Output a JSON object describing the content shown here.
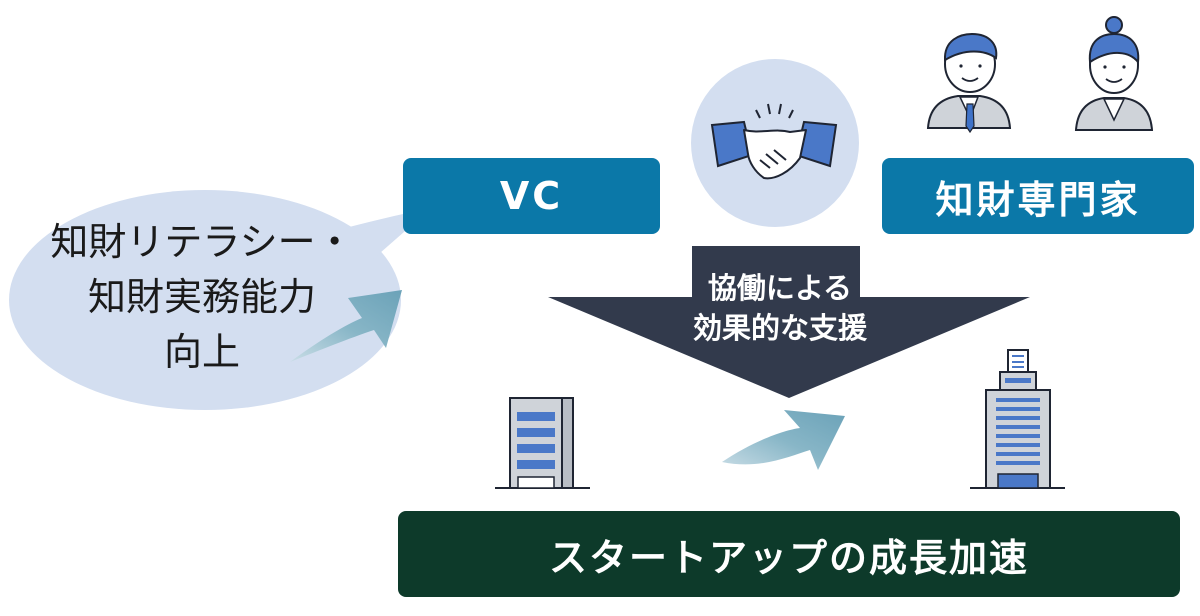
{
  "bubble": {
    "line1": "知財リテラシー・",
    "line2": "知財実務能力",
    "line3": "向上"
  },
  "vc": {
    "label": "VC"
  },
  "expert": {
    "label": "知財専門家"
  },
  "collaboration": {
    "line1": "協働による",
    "line2": "効果的な支援"
  },
  "result": {
    "label": "スタートアップの成長加速"
  },
  "colors": {
    "box_blue": "#0b78a8",
    "result_green": "#0d3a2a",
    "funnel": "#323a4c",
    "bubble": "#d3def0",
    "arrow": "#73a8bd"
  }
}
